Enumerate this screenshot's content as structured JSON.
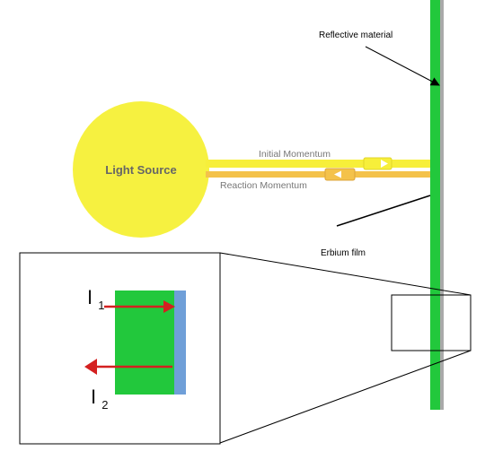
{
  "labels": {
    "reflective_material": "Reflective material",
    "light_source": "Light Source",
    "initial_momentum": "Initial Momentum",
    "reaction_momentum": "Reaction Momentum",
    "erbium_film": "Erbium film",
    "i1_letter": "I",
    "i1_sub": "1",
    "i2_letter": "I",
    "i2_sub": "2"
  },
  "colors": {
    "light_source": "#f6f140",
    "beam_initial": "#f7ef3a",
    "beam_reaction": "#f4c24a",
    "film_green": "#22c83c",
    "reflector_gray": "#a9a9a9",
    "inset_blue": "#6f9fd8",
    "arrow_red": "#d42020"
  }
}
